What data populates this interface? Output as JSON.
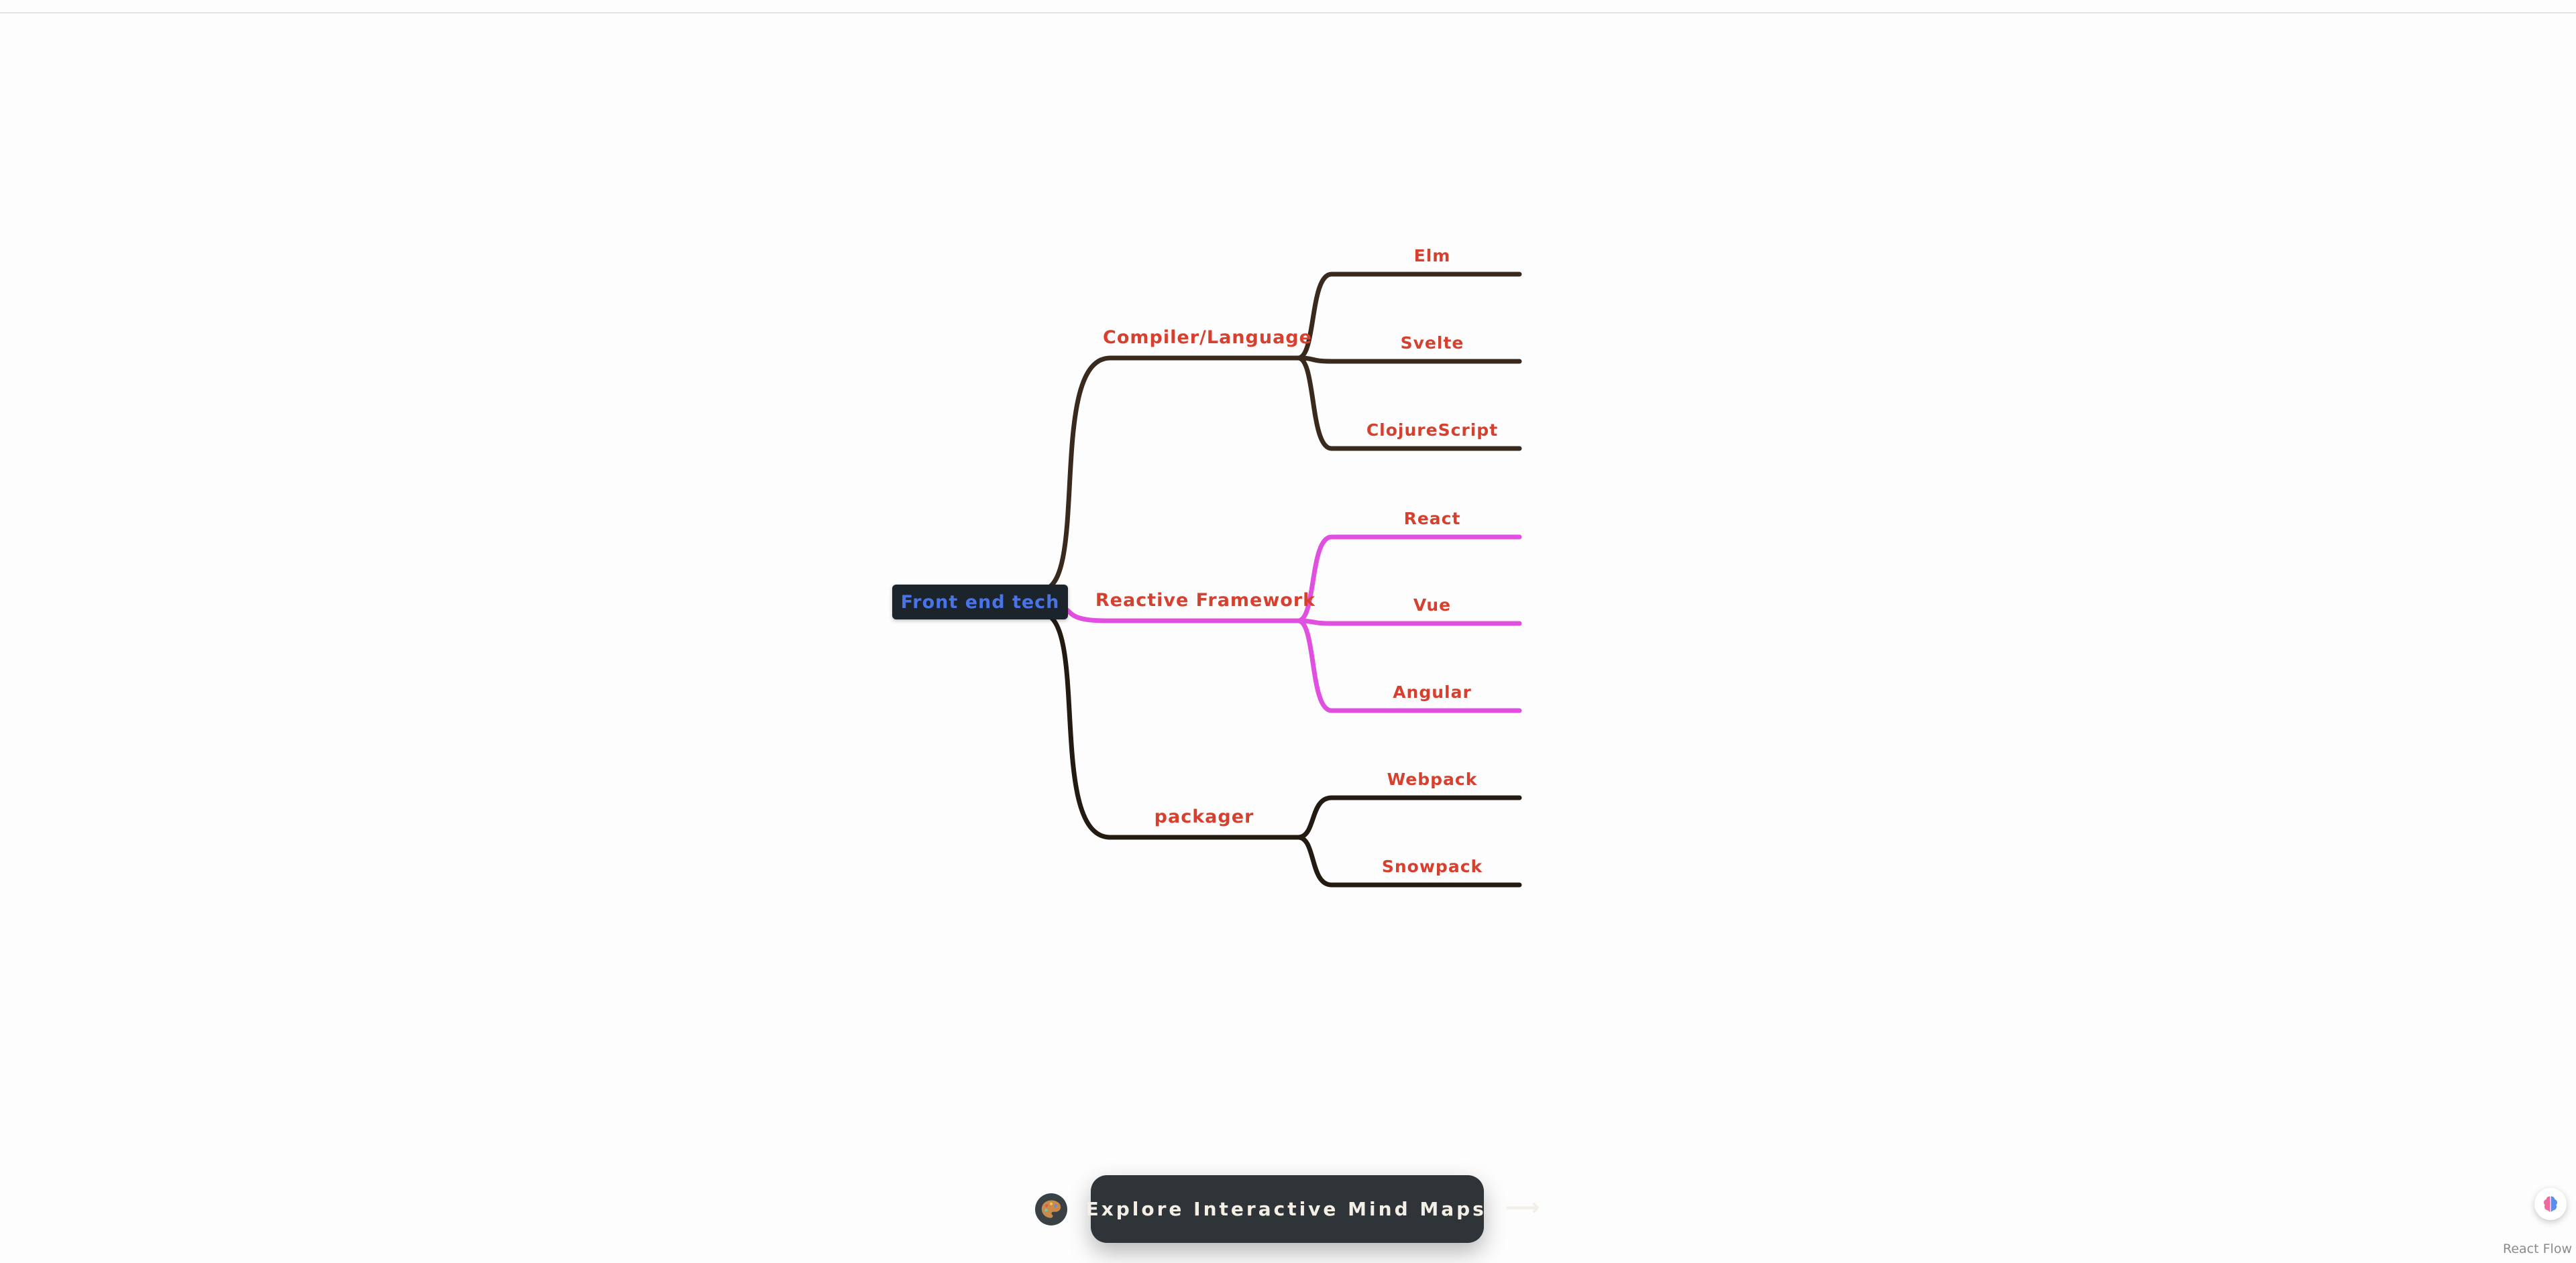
{
  "window": {
    "background": "#fdfdfd",
    "top_border_color": "#e3e3e3"
  },
  "mindmap": {
    "root": {
      "label": "Front end tech",
      "background": "#1b232b",
      "text_color": "#4a73e8"
    },
    "node_text_color": "#d6402f",
    "branches": [
      {
        "label": "Compiler/Language",
        "color": "#3a2a1e",
        "children": [
          {
            "label": "Elm"
          },
          {
            "label": "Svelte"
          },
          {
            "label": "ClojureScript"
          }
        ]
      },
      {
        "label": "Reactive Framework",
        "color": "#e14fe1",
        "children": [
          {
            "label": "React"
          },
          {
            "label": "Vue"
          },
          {
            "label": "Angular"
          }
        ]
      },
      {
        "label": "packager",
        "color": "#231a12",
        "children": [
          {
            "label": "Webpack"
          },
          {
            "label": "Snowpack"
          }
        ]
      }
    ]
  },
  "cta": {
    "icon": "palette-icon",
    "label": "Explore Interactive Mind Maps",
    "arrow": "⟶",
    "background": "#2e3437",
    "text_color": "#f3efe6"
  },
  "attribution": {
    "label": "React Flow"
  }
}
